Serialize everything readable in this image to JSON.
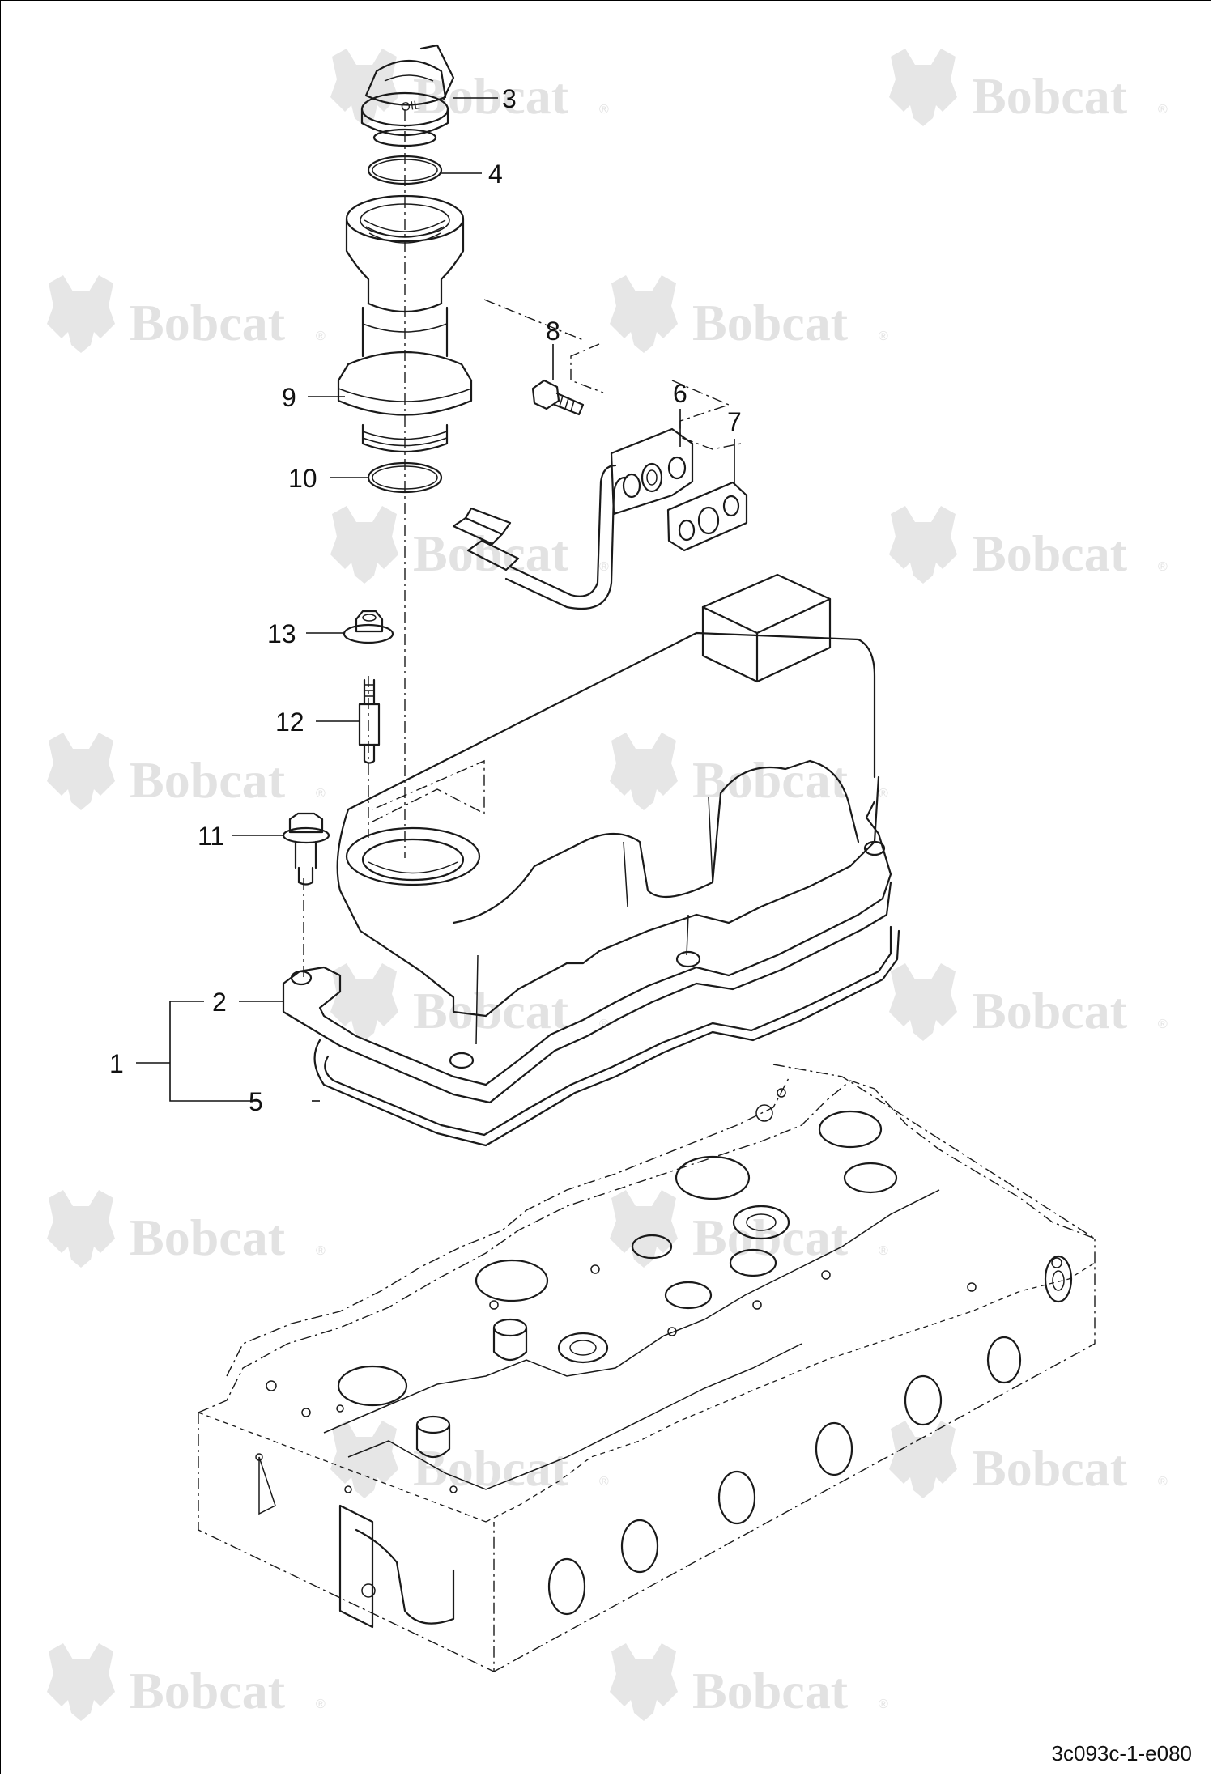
{
  "watermark": {
    "text": "Bobcat",
    "mark": "®"
  },
  "callouts": [
    {
      "id": "c3",
      "label": "3"
    },
    {
      "id": "c4",
      "label": "4"
    },
    {
      "id": "c8",
      "label": "8"
    },
    {
      "id": "c6",
      "label": "6"
    },
    {
      "id": "c7",
      "label": "7"
    },
    {
      "id": "c9",
      "label": "9"
    },
    {
      "id": "c10",
      "label": "10"
    },
    {
      "id": "c13",
      "label": "13"
    },
    {
      "id": "c12",
      "label": "12"
    },
    {
      "id": "c11",
      "label": "11"
    },
    {
      "id": "c2",
      "label": "2"
    },
    {
      "id": "c1",
      "label": "1"
    },
    {
      "id": "c5",
      "label": "5"
    }
  ],
  "cap_marking": "OIL",
  "document_code": "3c093c-1-e080",
  "colors": {
    "line": "#1a1a1a",
    "watermark": "#e2e2e2",
    "background": "#ffffff"
  }
}
